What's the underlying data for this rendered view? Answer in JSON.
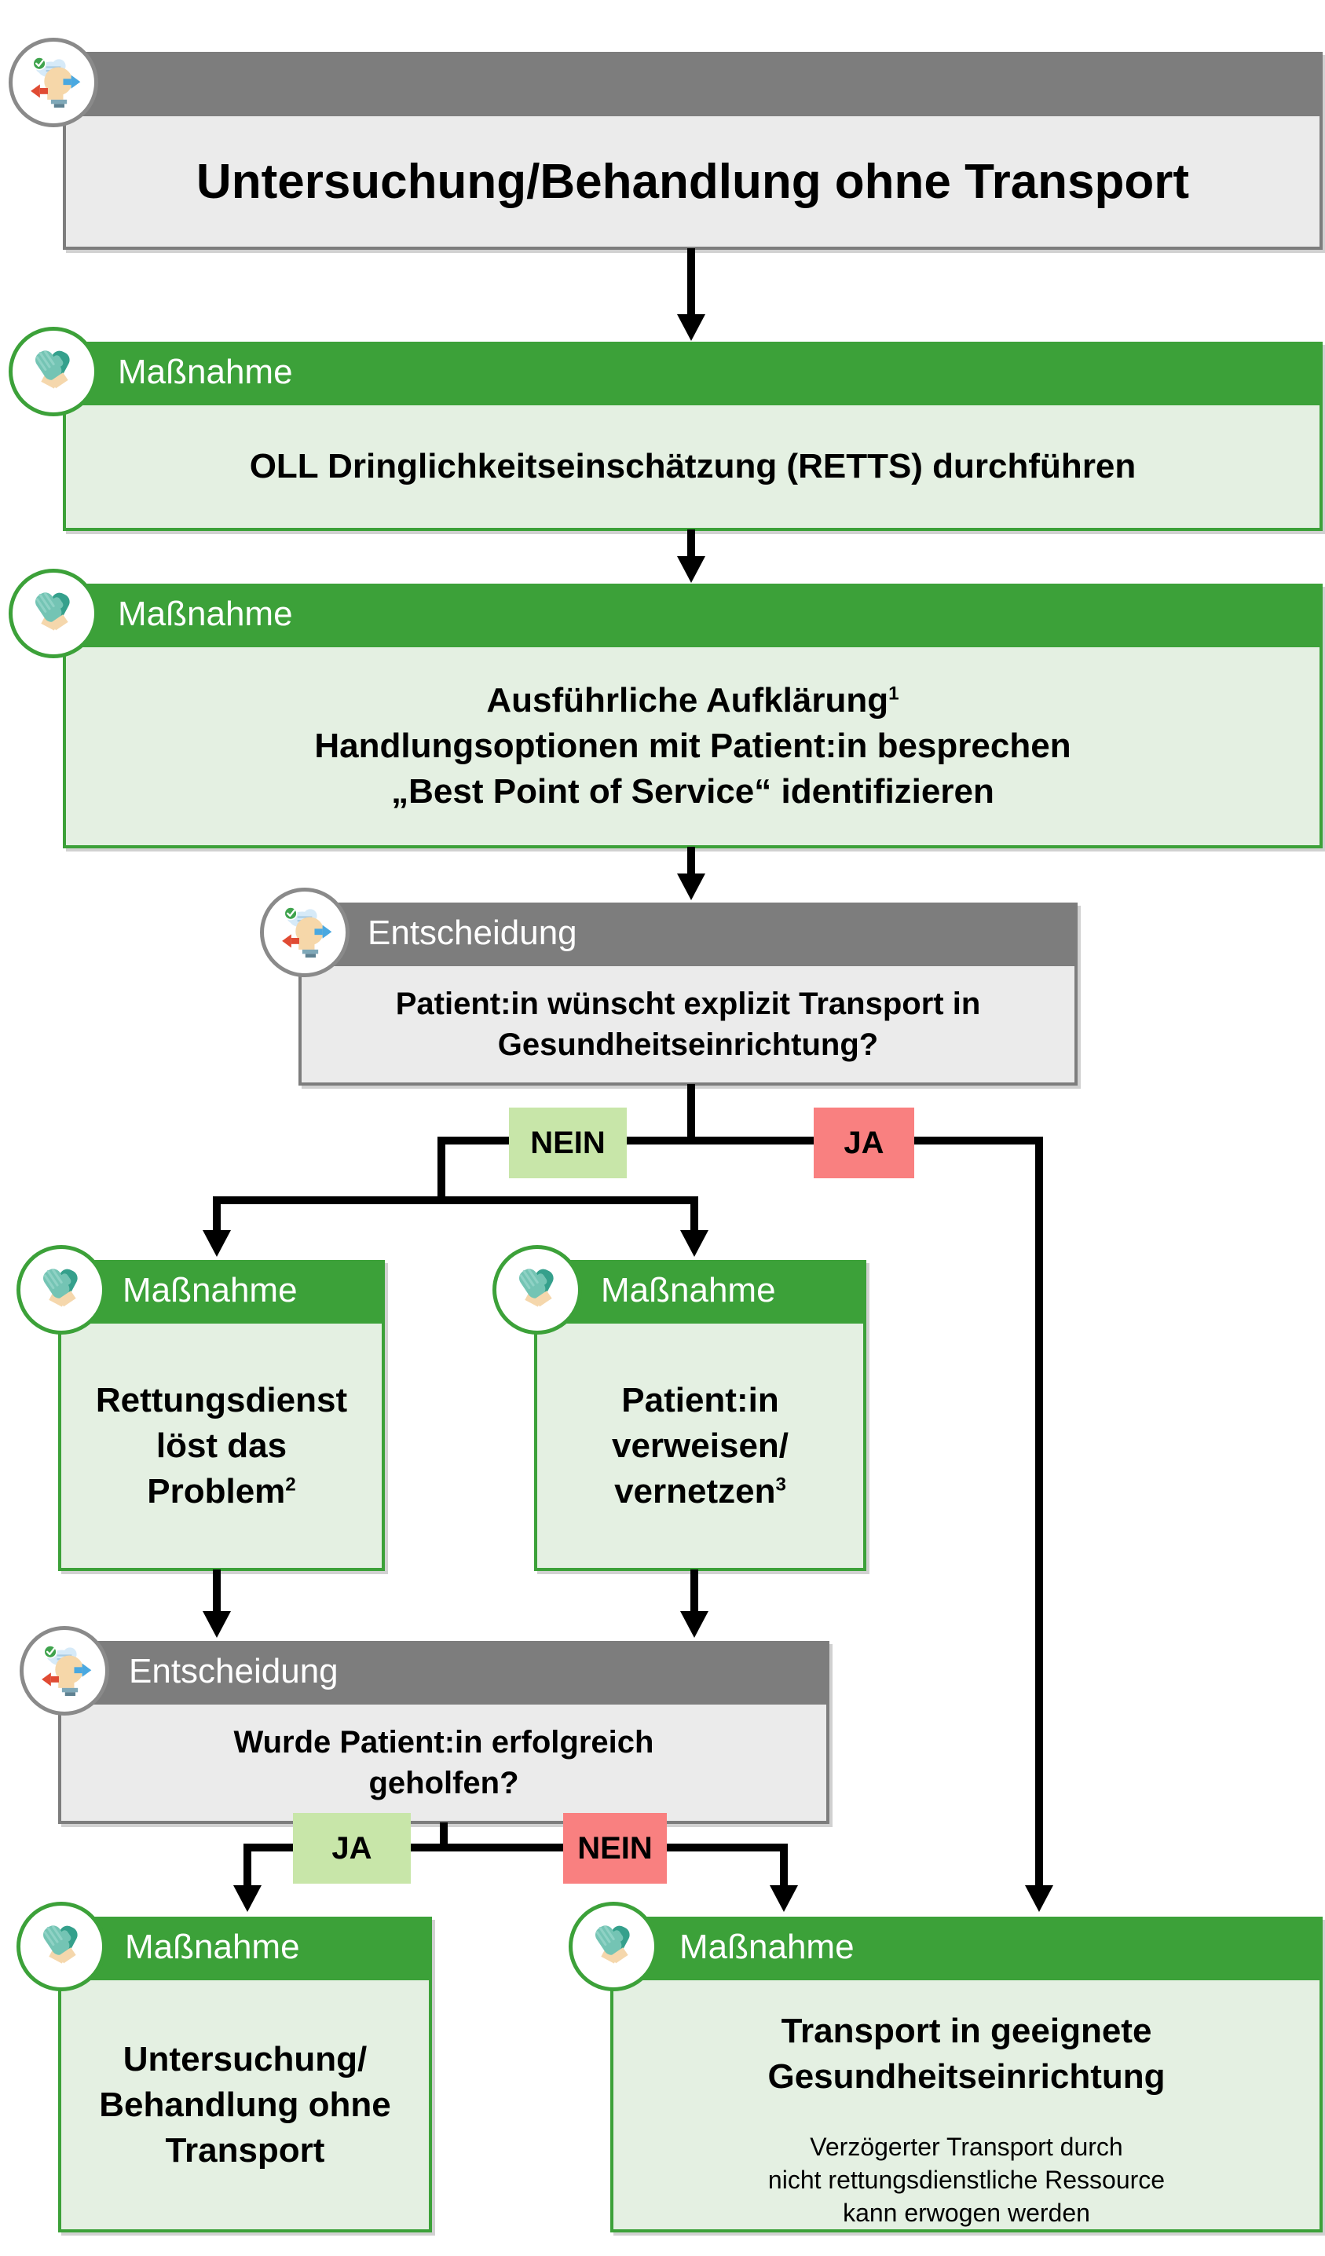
{
  "flow": {
    "title": {
      "text": "Untersuchung/Behandlung ohne Transport"
    },
    "m1": {
      "type_label": "Maßnahme",
      "text": "OLL Dringlichkeitseinschätzung (RETTS) durchführen"
    },
    "m2": {
      "type_label": "Maßnahme",
      "lines": [
        {
          "text": "Ausführliche Aufklärung",
          "sup": "1"
        },
        {
          "text": "Handlungsoptionen mit Patient:in besprechen"
        },
        {
          "text": "„Best Point of Service“ identifizieren"
        }
      ]
    },
    "d1": {
      "type_label": "Entscheidung",
      "lines": [
        "Patient:in wünscht explizit Transport in",
        "Gesundheitseinrichtung?"
      ]
    },
    "branch1": {
      "no_label": "NEIN",
      "yes_label": "JA"
    },
    "m3": {
      "type_label": "Maßnahme",
      "lines": [
        {
          "text": "Rettungsdienst"
        },
        {
          "text": "löst das"
        },
        {
          "text": "Problem",
          "sup": "2"
        }
      ]
    },
    "m4": {
      "type_label": "Maßnahme",
      "lines": [
        {
          "text": "Patient:in"
        },
        {
          "text": "verweisen/"
        },
        {
          "text": "vernetzen",
          "sup": "3"
        }
      ]
    },
    "d2": {
      "type_label": "Entscheidung",
      "lines": [
        "Wurde Patient:in erfolgreich",
        "geholfen?"
      ]
    },
    "branch2": {
      "yes_label": "JA",
      "no_label": "NEIN"
    },
    "m5": {
      "type_label": "Maßnahme",
      "lines": [
        {
          "text": "Untersuchung/"
        },
        {
          "text": "Behandlung ohne"
        },
        {
          "text": "Transport"
        }
      ]
    },
    "m6": {
      "type_label": "Maßnahme",
      "bold_lines": [
        "Transport in geeignete",
        "Gesundheitseinrichtung"
      ],
      "note_lines": [
        "Verzögerter Transport durch",
        "nicht rettungsdienstliche Ressource",
        "kann erwogen werden"
      ]
    }
  },
  "icons": {
    "action": "gloves-icon",
    "decision": "decision-head-icon"
  },
  "colors": {
    "action_header": "#3CA139",
    "action_body": "#E4F0E2",
    "decision_header": "#7D7D7D",
    "decision_body": "#EBEBEB",
    "label_no": "#C8E6A9",
    "label_yes": "#F98080",
    "connector": "#000000"
  }
}
